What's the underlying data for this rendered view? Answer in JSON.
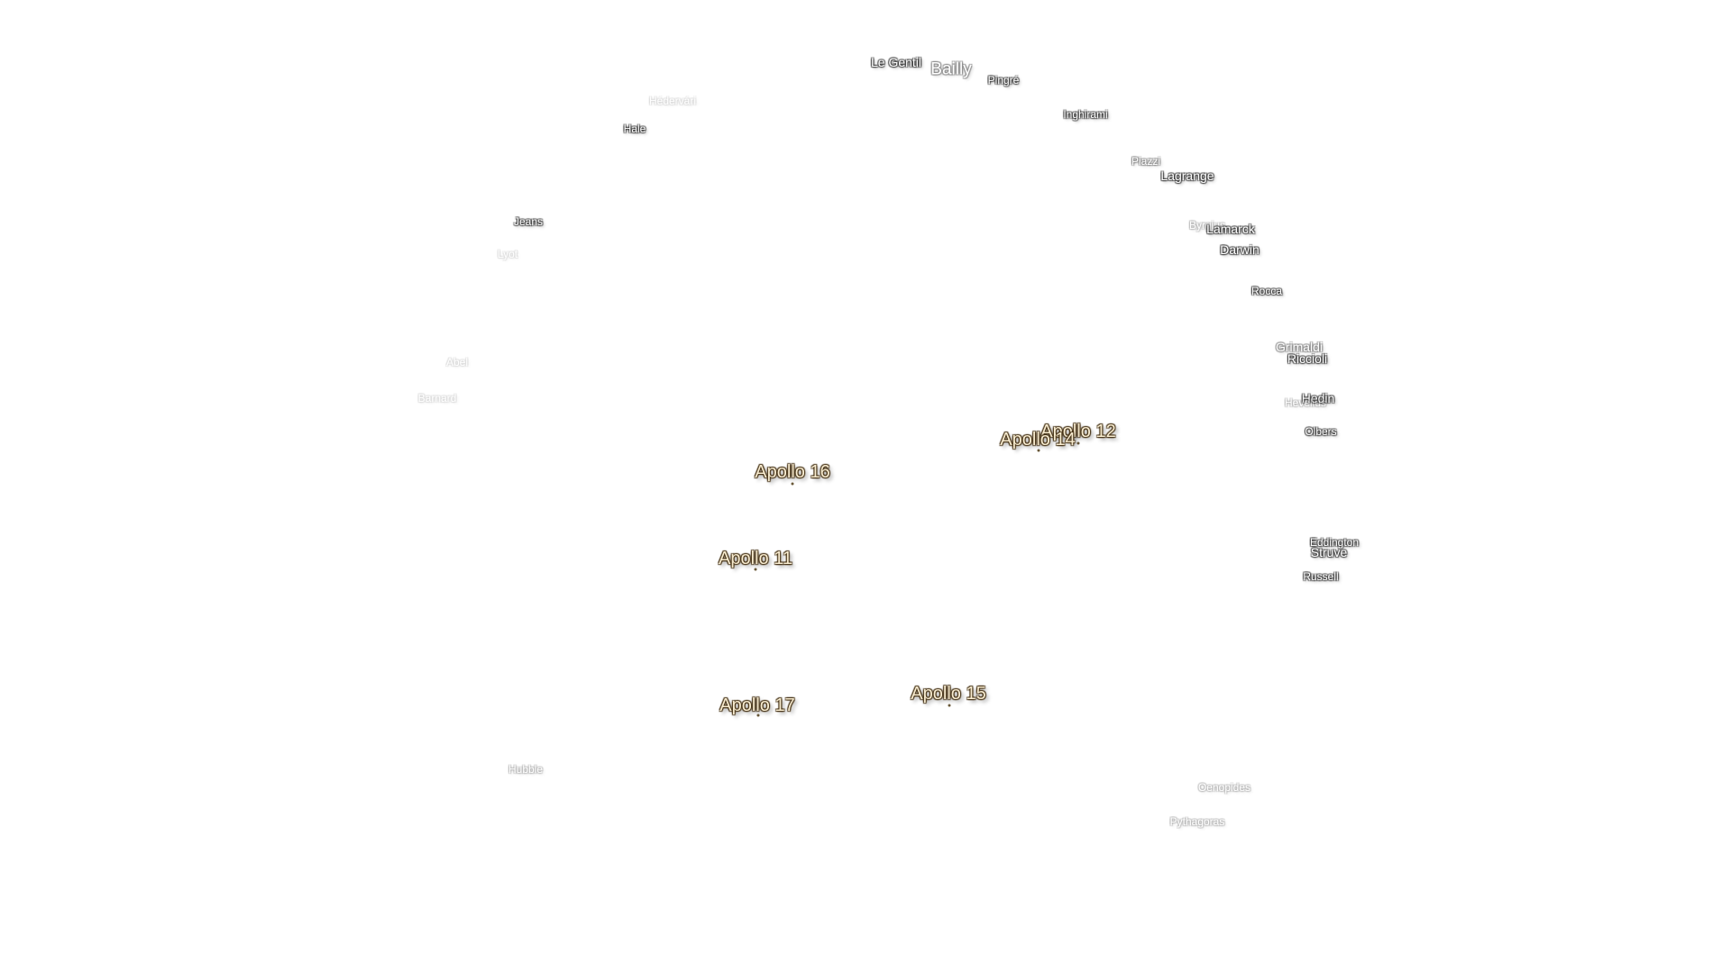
{
  "map": {
    "colors": {
      "background": "#ffffff",
      "crater_text": "#ffffff",
      "crater_halo": "#3c3c3c",
      "apollo_text": "#f8ecd0",
      "apollo_halo": "#46321a",
      "site_marker": "#6b5a3a"
    },
    "crater_labels": [
      {
        "id": "le-gentil",
        "text": "Le Gentil"
      },
      {
        "id": "bailly",
        "text": "Bailly"
      },
      {
        "id": "pingre",
        "text": "Pingré"
      },
      {
        "id": "hadervari",
        "text": "Hédervári"
      },
      {
        "id": "hale",
        "text": "Hale"
      },
      {
        "id": "inghirami",
        "text": "Inghirami"
      },
      {
        "id": "piazzi",
        "text": "Piazzi"
      },
      {
        "id": "lagrange",
        "text": "Lagrange"
      },
      {
        "id": "jeans",
        "text": "Jeans"
      },
      {
        "id": "lyot",
        "text": "Lyot"
      },
      {
        "id": "byrgius",
        "text": "Byrgius"
      },
      {
        "id": "lamarck",
        "text": "Lamarck"
      },
      {
        "id": "darwin",
        "text": "Darwin"
      },
      {
        "id": "rocca",
        "text": "Rocca"
      },
      {
        "id": "grimaldi",
        "text": "Grimaldi"
      },
      {
        "id": "riccioli",
        "text": "Riccioli"
      },
      {
        "id": "abel",
        "text": "Abel"
      },
      {
        "id": "barnard",
        "text": "Barnard"
      },
      {
        "id": "hedin",
        "text": "Hedin"
      },
      {
        "id": "hevelius",
        "text": "Hevelius"
      },
      {
        "id": "olbers",
        "text": "Olbers"
      },
      {
        "id": "eddington",
        "text": "Eddington"
      },
      {
        "id": "struve",
        "text": "Struve"
      },
      {
        "id": "russell",
        "text": "Russell"
      },
      {
        "id": "hubble",
        "text": "Hubble"
      },
      {
        "id": "oenopides",
        "text": "Oenopides"
      },
      {
        "id": "pythagoras",
        "text": "Pythagoras"
      }
    ],
    "apollo_sites": [
      {
        "id": "apollo-12",
        "text": "Apollo 12"
      },
      {
        "id": "apollo-14",
        "text": "Apollo 14"
      },
      {
        "id": "apollo-16",
        "text": "Apollo 16"
      },
      {
        "id": "apollo-11",
        "text": "Apollo 11"
      },
      {
        "id": "apollo-17",
        "text": "Apollo 17"
      },
      {
        "id": "apollo-15",
        "text": "Apollo 15"
      }
    ]
  }
}
